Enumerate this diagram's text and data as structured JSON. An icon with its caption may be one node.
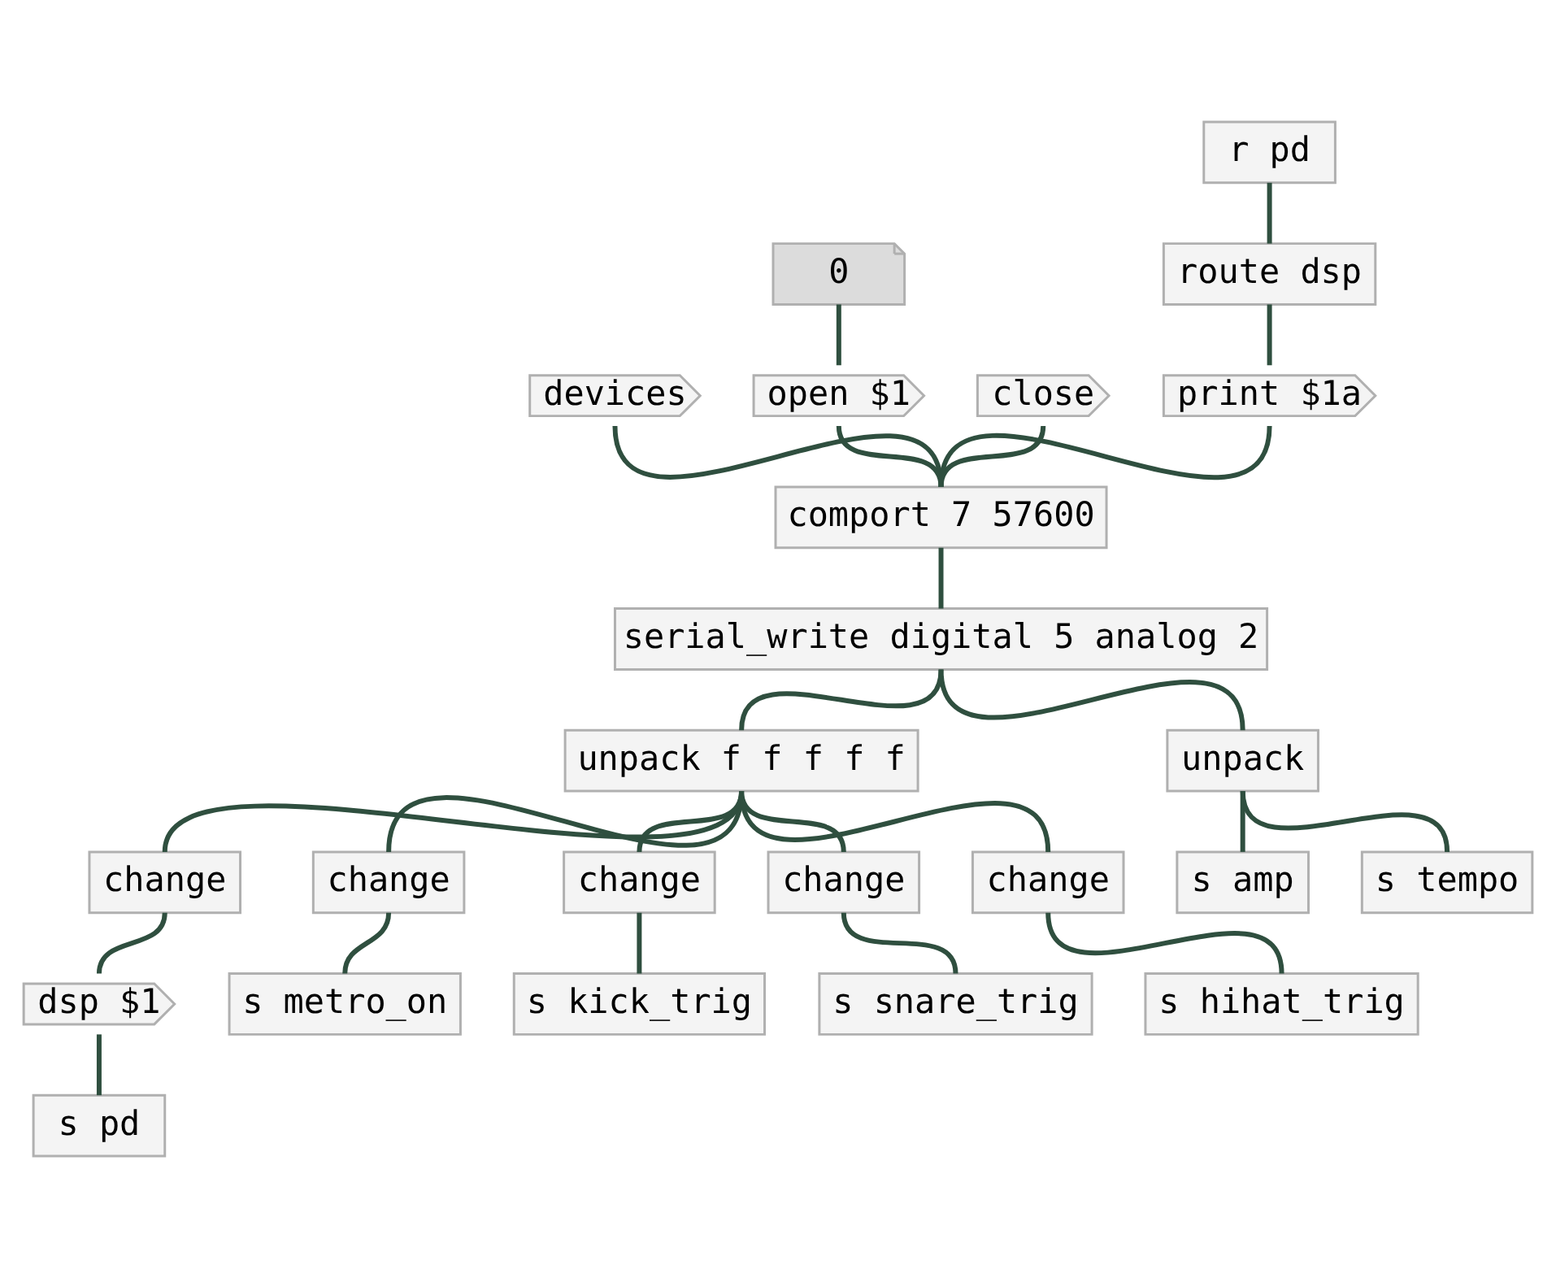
{
  "diagram": {
    "nodes": [
      {
        "text": [
          "devices"
        ]
      },
      {
        "text": [
          "0"
        ]
      },
      {
        "text": [
          "open $1"
        ]
      },
      {
        "text": [
          "close"
        ]
      },
      {
        "text": [
          "r pd"
        ]
      },
      {
        "text": [
          "route dsp"
        ]
      },
      {
        "text": [
          "print $1a"
        ]
      },
      {
        "text": [
          "comport 7 57600"
        ]
      },
      {
        "text": [
          "serial_write digital 5 analog 2"
        ]
      },
      {
        "text": [
          "unpack f f f f f"
        ]
      },
      {
        "text": [
          "unpack"
        ]
      },
      {
        "text": [
          "s amp"
        ]
      },
      {
        "text": [
          "s tempo"
        ]
      },
      {
        "text": [
          "change"
        ]
      },
      {
        "text": [
          "change"
        ]
      },
      {
        "text": [
          "change"
        ]
      },
      {
        "text": [
          "change"
        ]
      },
      {
        "text": [
          "change"
        ]
      },
      {
        "text": [
          "dsp $1"
        ]
      },
      {
        "text": [
          "s metro_on"
        ]
      },
      {
        "text": [
          "s kick_trig"
        ]
      },
      {
        "text": [
          "s snare_trig"
        ]
      },
      {
        "text": [
          "s hihat_trig"
        ]
      },
      {
        "text": [
          "s pd"
        ]
      }
    ],
    "edges": [
      {
        "from": 0,
        "to": 7,
        "arrow": "none"
      },
      {
        "from": 1,
        "to": 2,
        "arrow": "none"
      },
      {
        "from": 2,
        "to": 7,
        "arrow": "none"
      },
      {
        "from": 3,
        "to": 7,
        "arrow": "none"
      },
      {
        "from": 4,
        "to": 5,
        "arrow": "none"
      },
      {
        "from": 5,
        "to": 6,
        "arrow": "none"
      },
      {
        "from": 6,
        "to": 7,
        "arrow": "none"
      },
      {
        "from": 7,
        "to": 8,
        "arrow": "none"
      },
      {
        "from": 8,
        "to": 9,
        "arrow": "none"
      },
      {
        "from": 8,
        "to": 10,
        "arrow": "none"
      },
      {
        "from": 10,
        "to": 11,
        "arrow": "none"
      },
      {
        "from": 10,
        "to": 12,
        "arrow": "none"
      },
      {
        "from": 9,
        "to": 13,
        "arrow": "none"
      },
      {
        "from": 9,
        "to": 14,
        "arrow": "none"
      },
      {
        "from": 9,
        "to": 15,
        "arrow": "none"
      },
      {
        "from": 9,
        "to": 16,
        "arrow": "none"
      },
      {
        "from": 9,
        "to": 17,
        "arrow": "none"
      },
      {
        "from": 13,
        "to": 18,
        "arrow": "none"
      },
      {
        "from": 18,
        "to": 23,
        "arrow": "none"
      },
      {
        "from": 14,
        "to": 19,
        "arrow": "none"
      },
      {
        "from": 15,
        "to": 20,
        "arrow": "none"
      },
      {
        "from": 16,
        "to": 21,
        "arrow": "none"
      },
      {
        "from": 17,
        "to": 22,
        "arrow": "none"
      }
    ]
  }
}
